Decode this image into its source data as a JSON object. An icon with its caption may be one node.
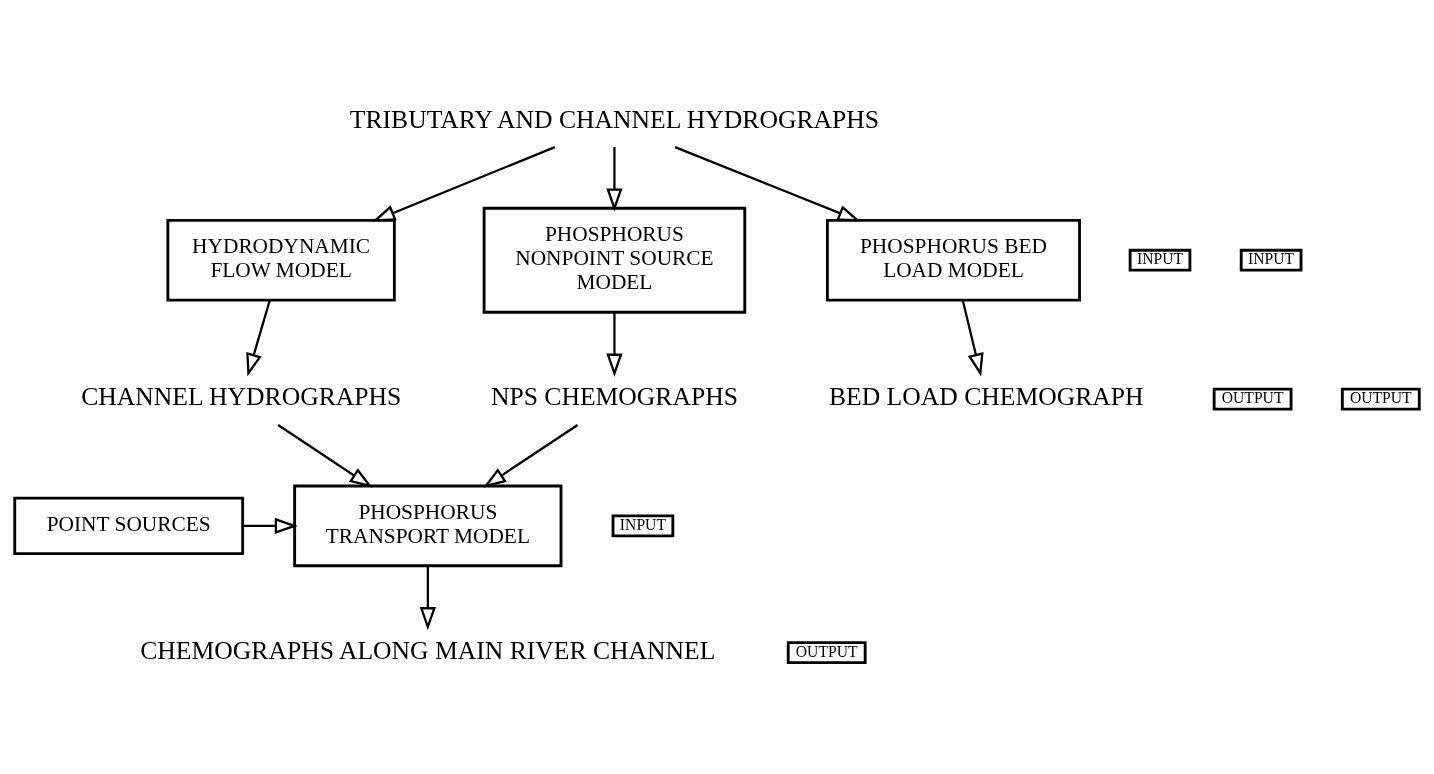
{
  "diagram": {
    "nodes": [
      {
        "text": [
          "TRIBUTARY AND CHANNEL HYDROGRAPHS"
        ]
      },
      {
        "text": [
          "INPUT"
        ]
      },
      {
        "text": [
          "INPUT"
        ]
      },
      {
        "text": [
          "HYDRODYNAMIC FLOW MODEL"
        ]
      },
      {
        "text": [
          "PHOSPHORUS NONPOINT SOURCE MODEL"
        ]
      },
      {
        "text": [
          "PHOSPHORUS BED LOAD MODEL"
        ]
      },
      {
        "text": [
          "OUTPUT"
        ]
      },
      {
        "text": [
          "OUTPUT"
        ]
      },
      {
        "text": [
          "CHANNEL HYDROGRAPHS"
        ]
      },
      {
        "text": [
          "NPS CHEMOGRAPHS"
        ]
      },
      {
        "text": [
          "BED LOAD CHEMOGRAPH"
        ]
      },
      {
        "text": [
          "INPUT"
        ]
      },
      {
        "text": [
          "POINT SOURCES"
        ]
      },
      {
        "text": [
          "PHOSPHORUS TRANSPORT MODEL"
        ]
      },
      {
        "text": [
          "OUTPUT"
        ]
      },
      {
        "text": [
          "CHEMOGRAPHS ALONG MAIN RIVER CHANNEL"
        ]
      }
    ],
    "edges": [
      {
        "from": 0,
        "to": 3,
        "arrow": "to"
      },
      {
        "from": 0,
        "to": 4,
        "arrow": "to"
      },
      {
        "from": 0,
        "to": 5,
        "arrow": "to"
      },
      {
        "from": 3,
        "to": 8,
        "arrow": "to"
      },
      {
        "from": 4,
        "to": 9,
        "arrow": "to"
      },
      {
        "from": 5,
        "to": 10,
        "arrow": "to"
      },
      {
        "from": 8,
        "to": 13,
        "arrow": "to"
      },
      {
        "from": 9,
        "to": 13,
        "arrow": "to"
      },
      {
        "from": 12,
        "to": 13,
        "arrow": "to"
      },
      {
        "from": 13,
        "to": 15,
        "arrow": "to"
      }
    ]
  }
}
